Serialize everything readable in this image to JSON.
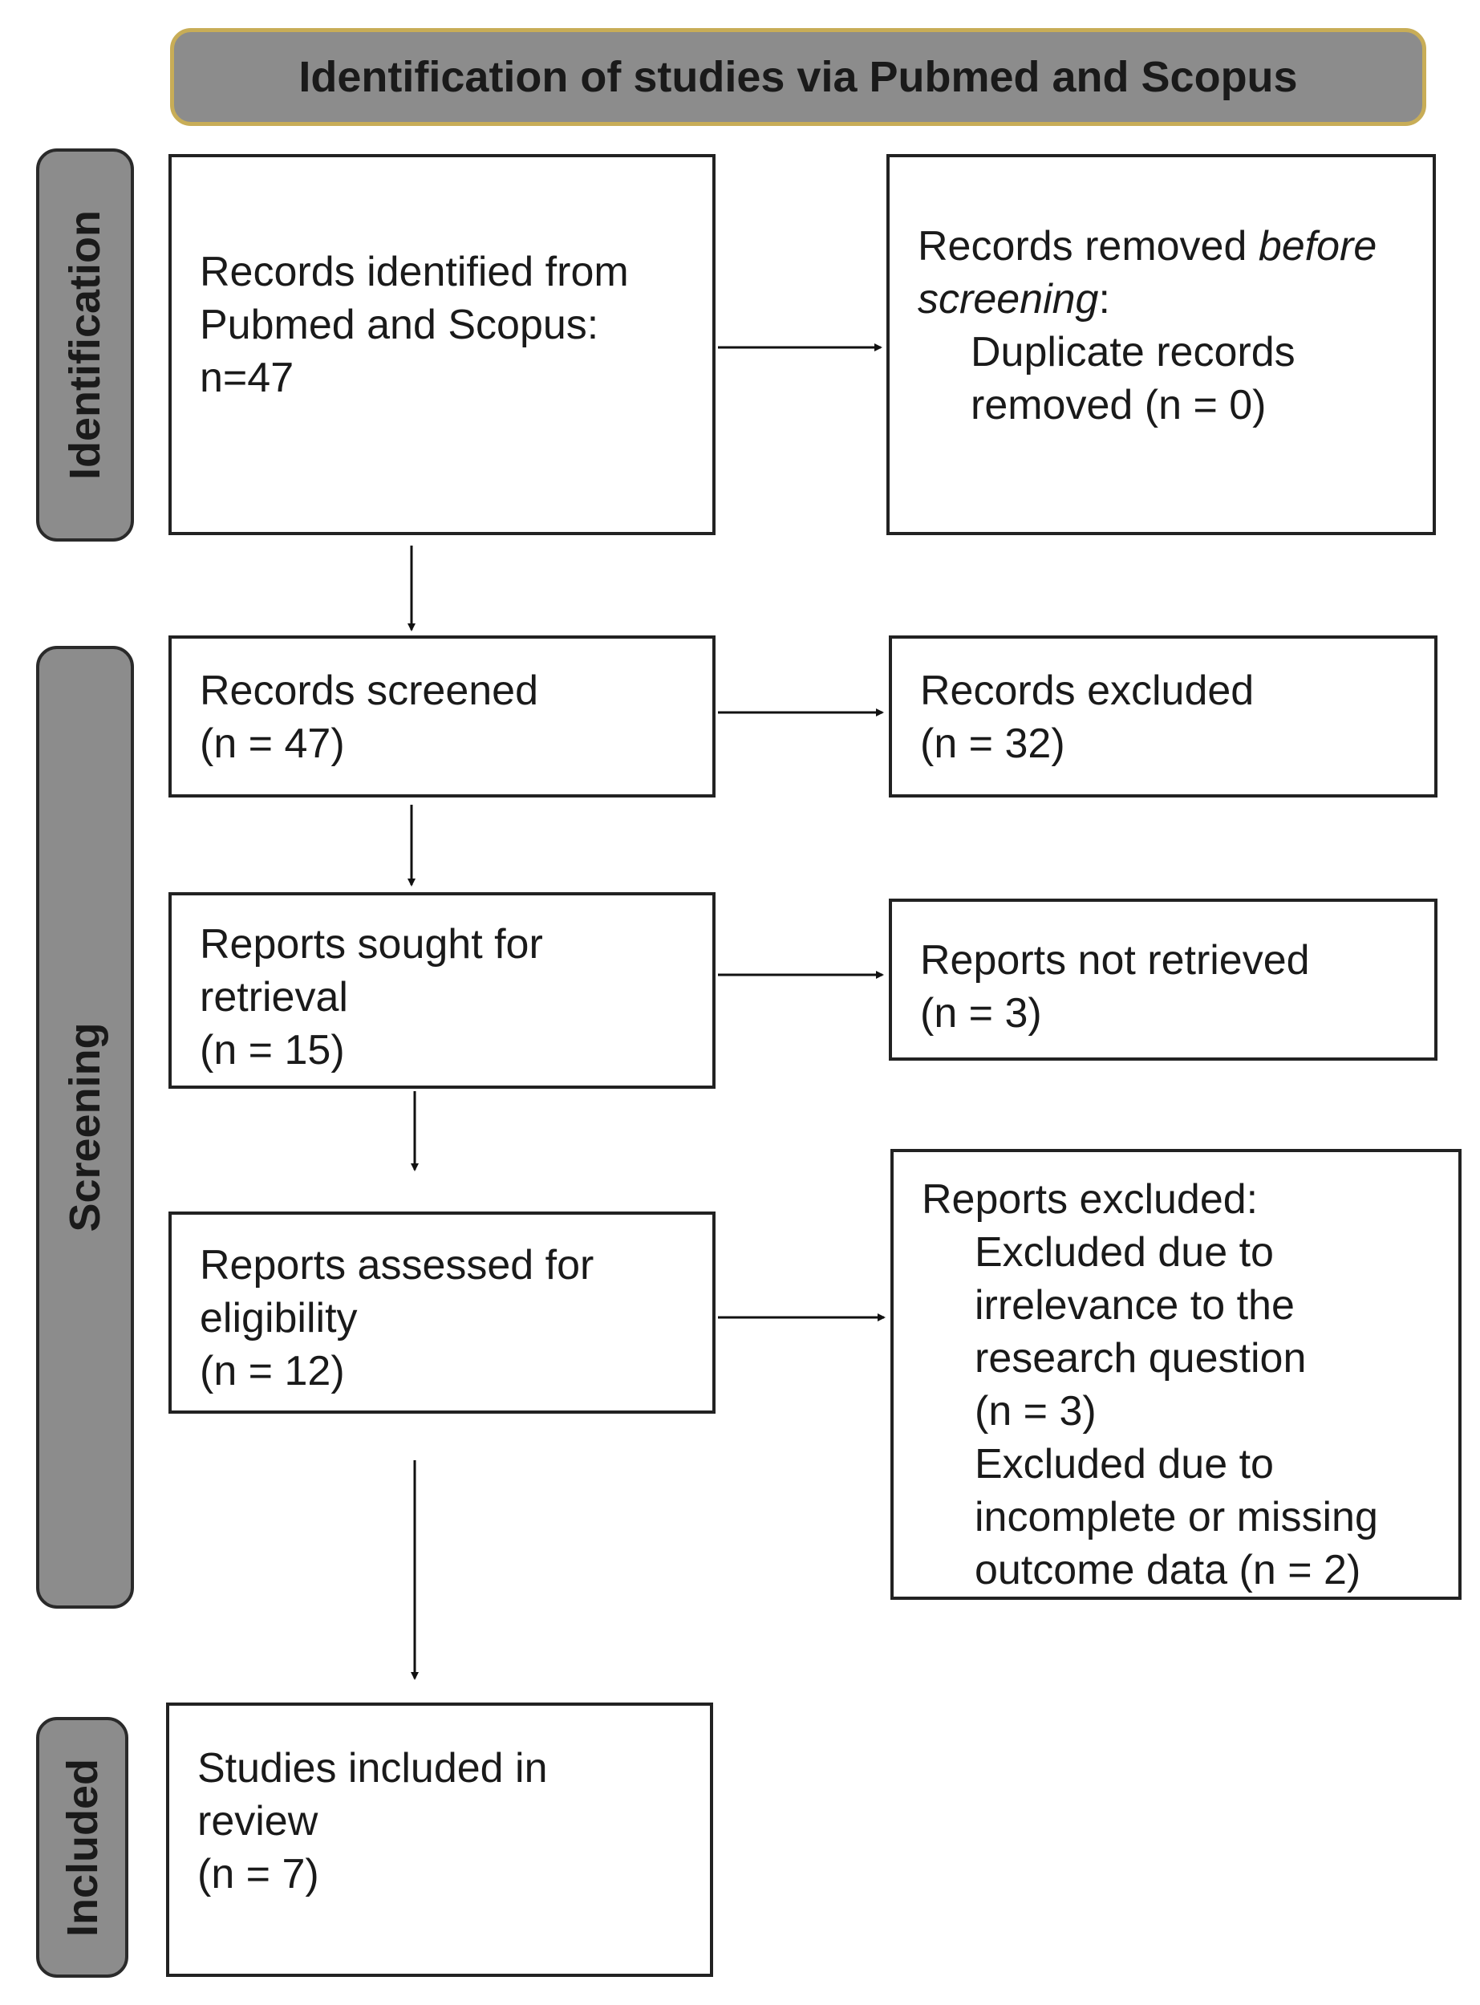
{
  "header": {
    "title": "Identification of studies via Pubmed and Scopus"
  },
  "phases": {
    "identification": "Identification",
    "screening": "Screening",
    "included": "Included"
  },
  "boxes": {
    "records_identified": "Records identified from\nPubmed and Scopus:\nn=47",
    "removed_before": {
      "prefix": "Records removed ",
      "italic_before": "before",
      "italic_screening": "screening",
      "suffix": ":",
      "duplicate": "Duplicate records\nremoved (n = 0)"
    },
    "records_screened": "Records screened\n(n = 47)",
    "records_excluded": "Records excluded\n(n = 32)",
    "reports_sought": "Reports sought for\nretrieval\n(n = 15)",
    "reports_not_retrieved": "Reports not retrieved\n(n = 3)",
    "reports_assessed": "Reports assessed for\neligibility\n(n = 12)",
    "reports_excluded": {
      "title": "Reports excluded:",
      "reason1": "Excluded due to\nirrelevance to the\nresearch question\n(n = 3)",
      "reason2": "Excluded due to\nincomplete or missing\noutcome data (n = 2)"
    },
    "studies_included": "Studies included in\nreview\n(n = 7)"
  }
}
